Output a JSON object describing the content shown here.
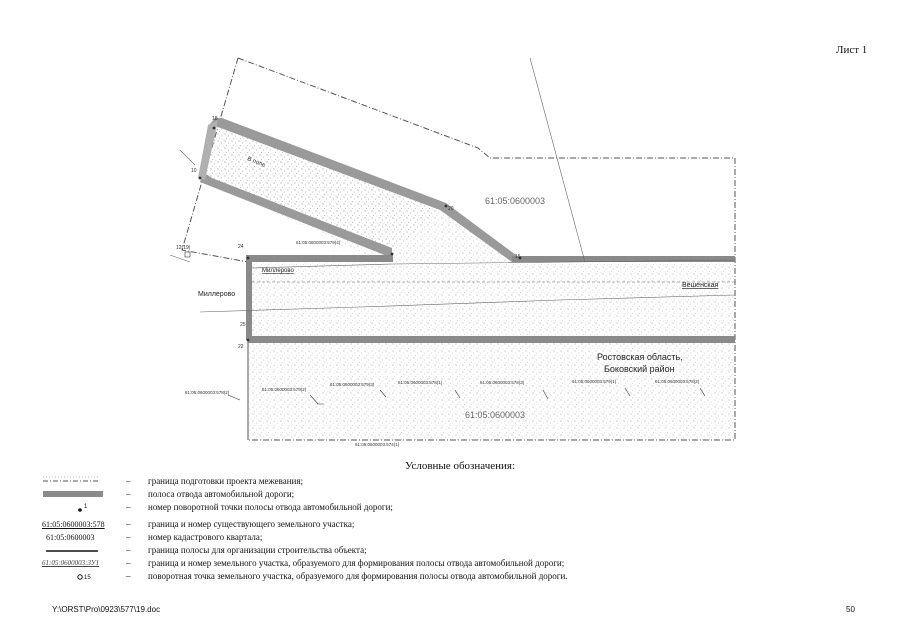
{
  "sheet_label": "Лист 1",
  "map": {
    "quarter_top": "61:05:0600003",
    "quarter_bottom": "61:05:0600003",
    "region_line1": "Ростовская область,",
    "region_line2": "Боковский район",
    "settlement_left": "Миллерово",
    "settlement_left2": "Миллерово",
    "settlement_right": "Вешенская",
    "road_label": "В поле",
    "parcels": [
      "61:05:0600003:578(2)",
      "61:05:0600003:579(2)",
      "61:05:0600003:579(3)",
      "61:05:0600003:578(1)",
      "61:05:0600003:578(3)",
      "61:05:0600003:579(1)",
      "61:05:0600003:578(2)",
      "61:05:0600003:579(4)",
      "61:05:0600003:574(1)"
    ],
    "points": [
      "18",
      "10",
      "12(19)",
      "24",
      "20",
      "25",
      "22",
      "15"
    ]
  },
  "legend": {
    "title": "Условные обозначения:",
    "dash": "–",
    "items": [
      {
        "symbol": "hatch",
        "text": "граница подготовки проекта межевания;"
      },
      {
        "symbol": "band",
        "text": "полоса отвода автомобильной дороги;"
      },
      {
        "symbol": "dot",
        "symbol_text": "1",
        "text": "номер поворотной точки полосы отвода автомобильной дороги;"
      },
      {
        "symbol": "underline",
        "symbol_text": "61:05:0600003:578",
        "text": "граница и номер существующего земельного участка;"
      },
      {
        "symbol": "plain",
        "symbol_text": "61:05:0600003",
        "text": "номер кадастрового квартала;"
      },
      {
        "symbol": "line",
        "text": "граница полосы для организации строительства объекта;"
      },
      {
        "symbol": "italic",
        "symbol_text": "61:05:0600003:ЗУ1",
        "text": "граница и номер земельного участка, образуемого для формирования полосы отвода автомобильной дороги;"
      },
      {
        "symbol": "circle",
        "symbol_text": "15",
        "text": "поворотная точка земельного участка, образуемого для формирования полосы отвода автомобильной дороги."
      }
    ]
  },
  "footer_path": "Y:\\ORST\\Pro\\0923\\577\\19.doc",
  "page_number": "50"
}
